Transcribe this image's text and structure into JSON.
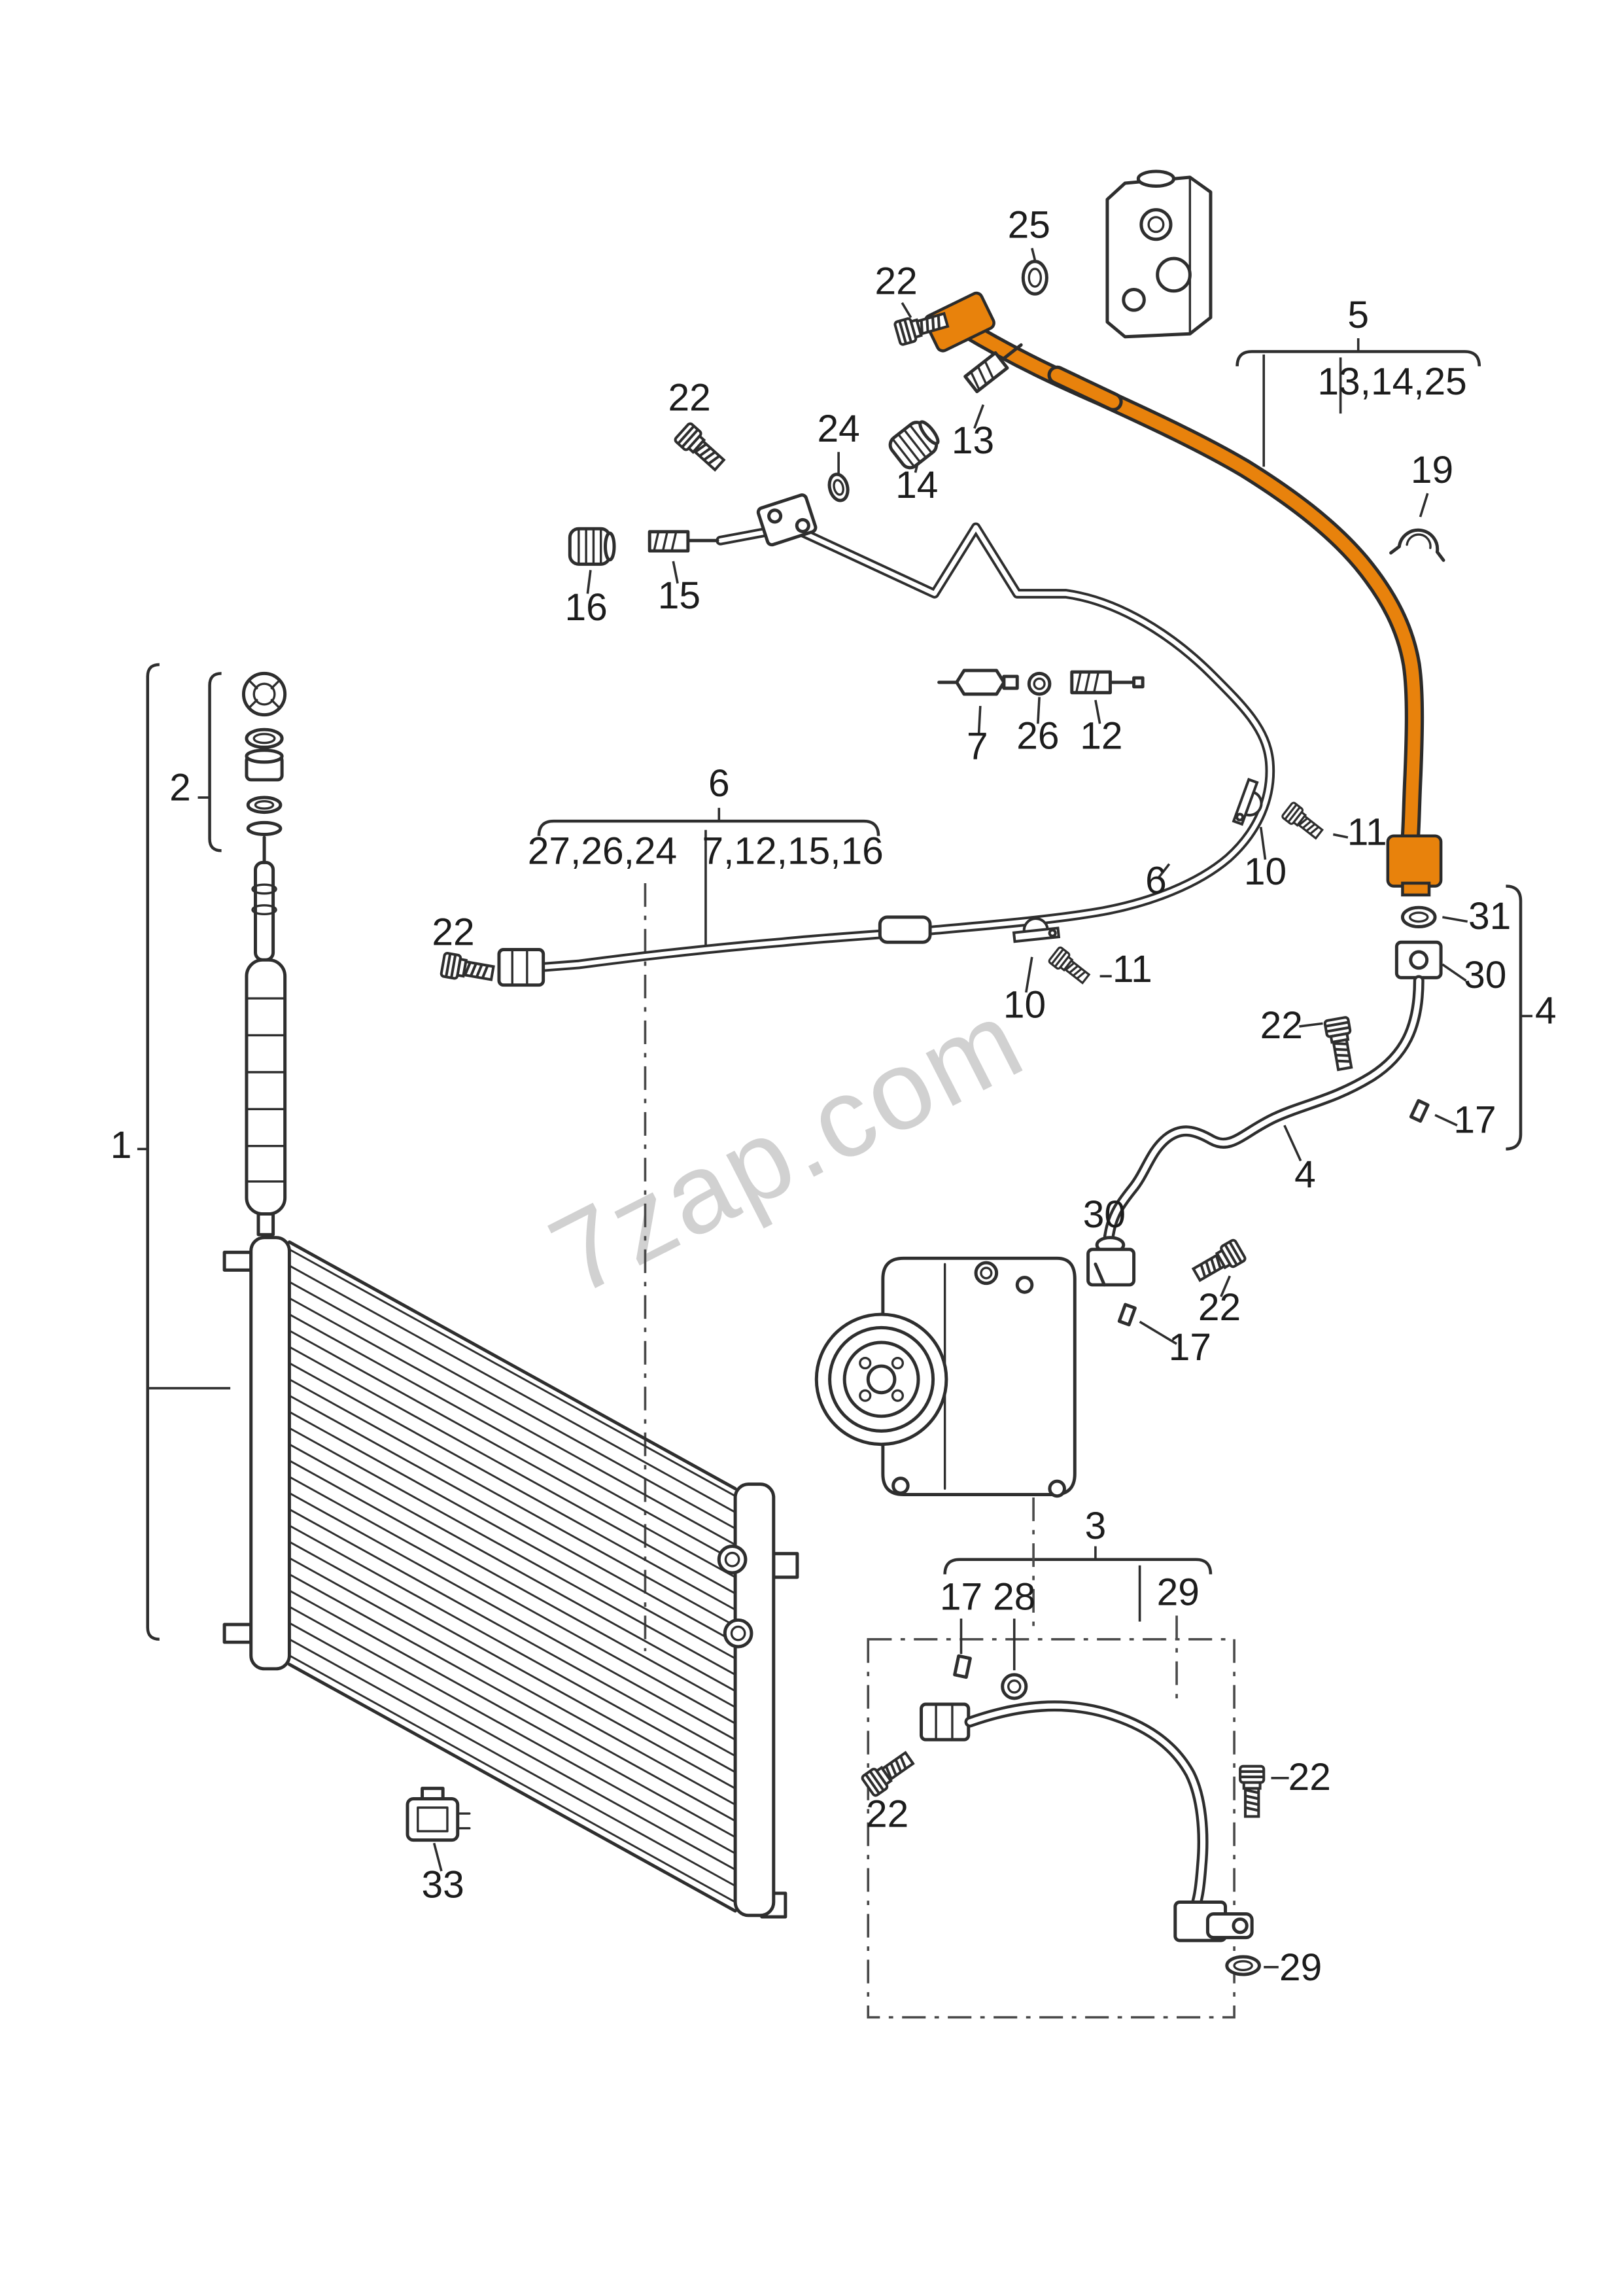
{
  "colors": {
    "line": "#2e2e2e",
    "highlight": "#e8820c",
    "watermark": "#c9c9c9"
  },
  "labels": {
    "watermark": "7zap.com",
    "n1": "1",
    "n2": "2",
    "n3": "3",
    "n4grp": "4",
    "n4pipe": "4",
    "n5": "5",
    "n5sub": "13,14,25",
    "n6grp": "6",
    "n6sub1": "27,26,24",
    "n6sub2": "7,12,15,16",
    "n6pipe": "6",
    "n7": "7",
    "n10a": "10",
    "n10b": "10",
    "n11a": "11",
    "n11b": "11",
    "n12": "12",
    "n13": "13",
    "n14": "14",
    "n15": "15",
    "n16": "16",
    "n17a": "17",
    "n17b": "17",
    "n17c": "17",
    "n19": "19",
    "n22a": "22",
    "n22b": "22",
    "n22c": "22",
    "n22d": "22",
    "n22e": "22",
    "n22f": "22",
    "n22g": "22",
    "n24": "24",
    "n25": "25",
    "n26": "26",
    "n28": "28",
    "n29a": "29",
    "n29b": "29",
    "n30a": "30",
    "n30b": "30",
    "n31": "31",
    "n33": "33"
  }
}
